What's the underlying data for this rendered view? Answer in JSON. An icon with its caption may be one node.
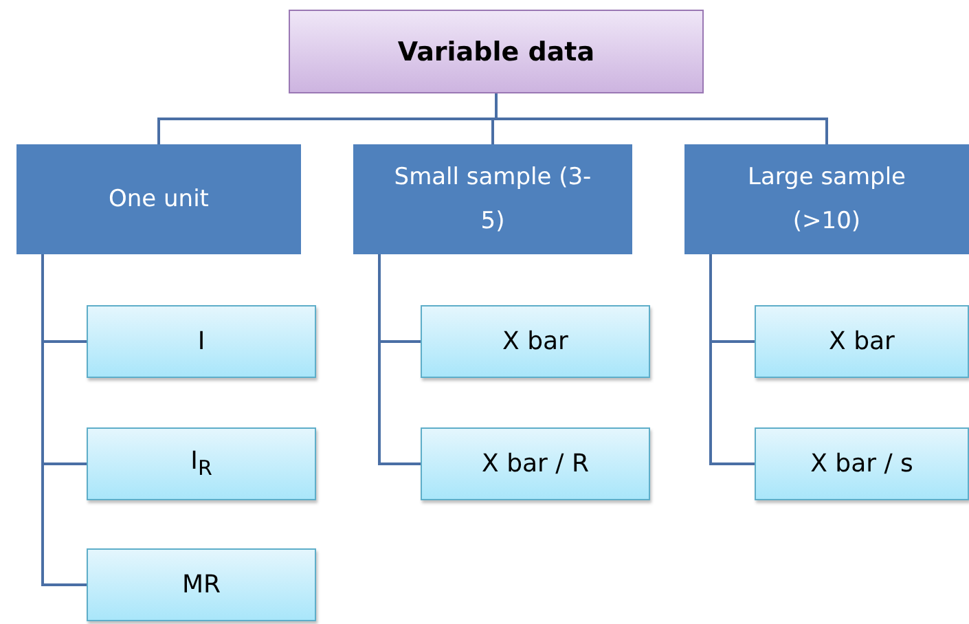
{
  "diagram": {
    "nodes": [
      {
        "text": [
          "Variable data"
        ]
      },
      {
        "text": [
          "One unit"
        ]
      },
      {
        "text": [
          "I"
        ]
      },
      {
        "text": [
          "I$_{R}$"
        ]
      },
      {
        "text": [
          "MR"
        ]
      },
      {
        "text": [
          "Small sample (3-5)"
        ]
      },
      {
        "text": [
          "X bar"
        ]
      },
      {
        "text": [
          "X bar / R"
        ]
      },
      {
        "text": [
          "Large sample (>10)"
        ]
      },
      {
        "text": [
          "X bar"
        ]
      },
      {
        "text": [
          "X bar / s"
        ]
      }
    ],
    "edges": [
      {
        "from": 0,
        "to": 1,
        "arrow": "none"
      },
      {
        "from": 0,
        "to": 5,
        "arrow": "none"
      },
      {
        "from": 0,
        "to": 8,
        "arrow": "none"
      },
      {
        "from": 1,
        "to": 2,
        "arrow": "none"
      },
      {
        "from": 1,
        "to": 3,
        "arrow": "none"
      },
      {
        "from": 1,
        "to": 4,
        "arrow": "none"
      },
      {
        "from": 5,
        "to": 6,
        "arrow": "none"
      },
      {
        "from": 5,
        "to": 7,
        "arrow": "none"
      },
      {
        "from": 8,
        "to": 9,
        "arrow": "none"
      },
      {
        "from": 8,
        "to": 10,
        "arrow": "none"
      }
    ]
  }
}
